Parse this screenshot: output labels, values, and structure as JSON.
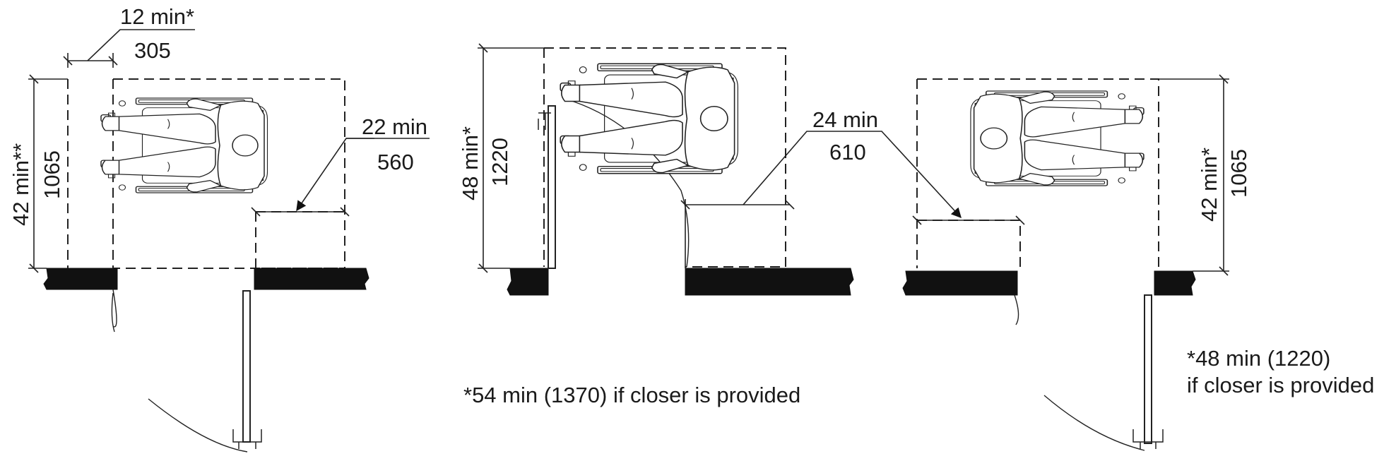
{
  "left": {
    "door_offset": {
      "min": "12 min*",
      "mm": "305"
    },
    "depth": {
      "min": "42 min**",
      "mm": "1065"
    },
    "latch_side": {
      "min": "22 min",
      "mm": "560"
    }
  },
  "middle": {
    "depth": {
      "min": "48 min*",
      "mm": "1220"
    },
    "latch_side": {
      "min": "24 min",
      "mm": "610"
    }
  },
  "right": {
    "depth": {
      "min": "42 min*",
      "mm": "1065"
    }
  },
  "notes": {
    "closer_54": "*54 min (1370) if closer is provided",
    "closer_48_line1": "*48 min (1220)",
    "closer_48_line2": "if closer is provided"
  }
}
